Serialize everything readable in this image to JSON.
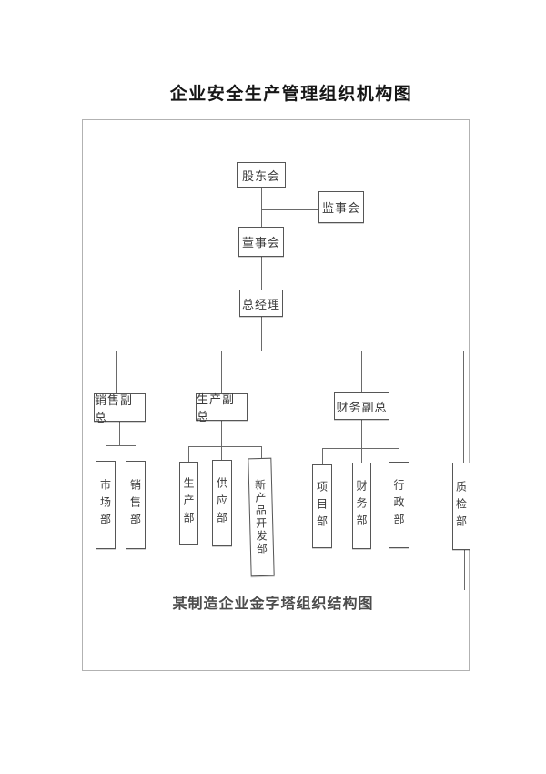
{
  "document": {
    "title": "企业安全生产管理组织机构图",
    "caption": "某制造企业金字塔组织结构图"
  },
  "org_chart": {
    "nodes": {
      "shareholders_meeting": "股东会",
      "supervisory_board": "监事会",
      "board_of_directors": "董事会",
      "general_manager": "总经理",
      "sales_vp": "销售副总",
      "production_vp": "生产副总",
      "finance_vp": "财务副总",
      "marketing_dept": "市场部",
      "sales_dept": "销售部",
      "production_dept": "生产部",
      "supply_dept": "供应部",
      "new_product_dev_dept": "新产品开发部",
      "project_dept": "项目部",
      "finance_dept": "财务部",
      "admin_dept": "行政部",
      "quality_dept": "质检部"
    },
    "edges": [
      {
        "from": "股东会",
        "to": "董事会"
      },
      {
        "from": "股东会",
        "to": "监事会"
      },
      {
        "from": "董事会",
        "to": "总经理"
      },
      {
        "from": "总经理",
        "to": "销售副总"
      },
      {
        "from": "总经理",
        "to": "生产副总"
      },
      {
        "from": "总经理",
        "to": "财务副总"
      },
      {
        "from": "总经理",
        "to": "质检部"
      },
      {
        "from": "销售副总",
        "to": "市场部"
      },
      {
        "from": "销售副总",
        "to": "销售部"
      },
      {
        "from": "生产副总",
        "to": "生产部"
      },
      {
        "from": "生产副总",
        "to": "供应部"
      },
      {
        "from": "生产副总",
        "to": "新产品开发部"
      },
      {
        "from": "财务副总",
        "to": "项目部"
      },
      {
        "from": "财务副总",
        "to": "财务部"
      },
      {
        "from": "财务副总",
        "to": "行政部"
      }
    ],
    "colors": {
      "box_border": "#565656",
      "connector_line": "#6a6a6a",
      "frame_border": "#b2b2b2",
      "text": "#3a3a3a"
    }
  }
}
